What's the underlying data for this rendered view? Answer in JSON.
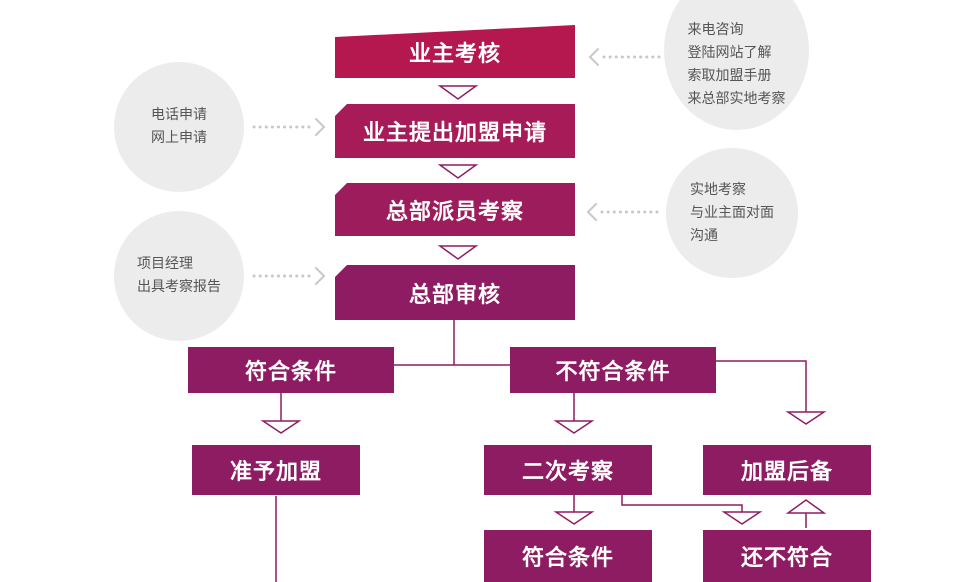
{
  "colors": {
    "magenta": "#b5174f",
    "purple": "#8e1c62",
    "connector_outline": "#8e1c62",
    "dotted_arrow": "#c8c8c8",
    "bubble": "#ececec",
    "bubble_text": "#555555"
  },
  "steps": {
    "owner_review": "业主考核",
    "owner_apply": "业主提出加盟申请",
    "hq_inspection": "总部派员考察",
    "hq_audit": "总部审核",
    "qualified": "符合条件",
    "not_qualified": "不符合条件",
    "approved": "准予加盟",
    "second_inspection": "二次考察",
    "backup": "加盟后备",
    "qualified_again": "符合条件",
    "still_not_qualified": "还不符合"
  },
  "notes": {
    "owner_review": [
      "来电咨询",
      "登陆网站了解",
      "索取加盟手册",
      "来总部实地考察"
    ],
    "owner_apply": [
      "电话申请",
      "网上申请"
    ],
    "hq_inspection": [
      "实地考察",
      "与业主面对面",
      "沟通"
    ],
    "hq_audit": [
      "项目经理",
      "出具考察报告"
    ]
  }
}
